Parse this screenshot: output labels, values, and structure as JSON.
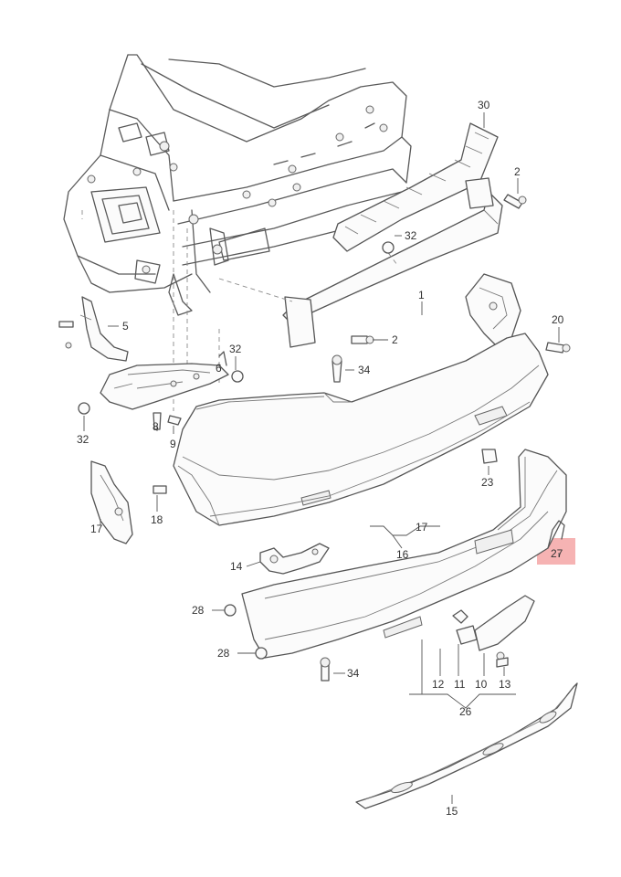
{
  "callouts": {
    "c30": "30",
    "c2_top": "2",
    "c32_top": "32",
    "c1": "1",
    "c2_mid": "2",
    "c20": "20",
    "c5": "5",
    "c32_left": "32",
    "c34_top": "34",
    "c6": "6",
    "c8": "8",
    "c9": "9",
    "c32_lower": "32",
    "c23": "23",
    "c17_left": "17",
    "c18": "18",
    "c17_mid": "17",
    "c16": "16",
    "c27": "27",
    "c14": "14",
    "c28_top": "28",
    "c28_bot": "28",
    "c34_bot": "34",
    "c12": "12",
    "c11": "11",
    "c10": "10",
    "c13": "13",
    "c26": "26",
    "c15": "15"
  },
  "colors": {
    "highlight": "#f4a6a6",
    "line": "#5a5a5a"
  }
}
